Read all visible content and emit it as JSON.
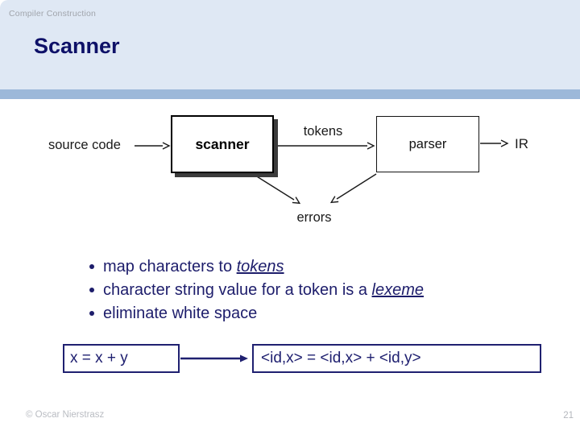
{
  "slide": {
    "kicker": "Compiler Construction",
    "title": "Scanner",
    "footer_left": "© Oscar Nierstrasz",
    "page_number": "21"
  },
  "diagram": {
    "type": "flow",
    "source_label": "source code",
    "scanner_label": "scanner",
    "tokens_label": "tokens",
    "parser_label": "parser",
    "ir_label": "IR",
    "errors_label": "errors",
    "edges": [
      "source code -> scanner",
      "scanner -> parser (tokens)",
      "parser -> IR",
      "scanner -> errors",
      "parser -> errors"
    ]
  },
  "bullets": [
    {
      "text": "map characters to ",
      "term": "tokens"
    },
    {
      "text": "character string value for a token is a ",
      "term": "lexeme"
    },
    {
      "text": "eliminate white space",
      "term": ""
    }
  ],
  "example": {
    "code": "x = x + y",
    "tokens": "<id,x> = <id,x> + <id,y>"
  },
  "colors": {
    "band": "#dfe8f4",
    "accent_bar": "#9cb8d9",
    "navy": "#1f2070",
    "title_navy": "#0e1168"
  }
}
